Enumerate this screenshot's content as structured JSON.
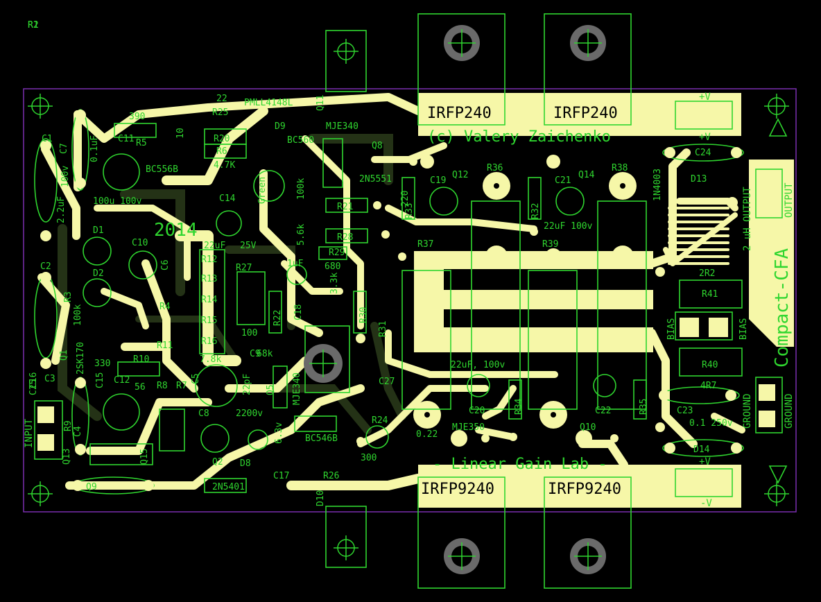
{
  "board": {
    "year": "2014",
    "copyright": "(c) Valery Zaichenko",
    "brand": "- Linear Gain Lab -",
    "title": "Compact-CFA"
  },
  "transistors": {
    "top_left": "IRFP240",
    "top_right": "IRFP240",
    "bottom_left": "IRFP9240",
    "bottom_right": "IRFP9240"
  },
  "connectors": {
    "input": "INPUT",
    "output": "OUTPUT",
    "output_inductor": "2 uH OUTPUT",
    "ground": "GROUND",
    "bias": "BIAS",
    "vplus": "+V",
    "vminus": "-V"
  },
  "labels": [
    {
      "t": "390"
    },
    {
      "t": "R5"
    },
    {
      "t": "C11"
    },
    {
      "t": "0.1uF"
    },
    {
      "t": "C1"
    },
    {
      "t": "C7"
    },
    {
      "t": "100v"
    },
    {
      "t": "2.2uF"
    },
    {
      "t": "BC556B"
    },
    {
      "t": "100u 100v"
    },
    {
      "t": "22"
    },
    {
      "t": "R25"
    },
    {
      "t": "PMLL4148L"
    },
    {
      "t": "D9"
    },
    {
      "t": "R20"
    },
    {
      "t": "R6"
    },
    {
      "t": "4.7K"
    },
    {
      "t": "10"
    },
    {
      "t": "BC560"
    },
    {
      "t": "MJE340"
    },
    {
      "t": "Q11"
    },
    {
      "t": "Q8"
    },
    {
      "t": "2N5551"
    },
    {
      "t": "R21"
    },
    {
      "t": "R28"
    },
    {
      "t": "R29"
    },
    {
      "t": "680"
    },
    {
      "t": "Green"
    },
    {
      "t": "C14"
    },
    {
      "t": "25V"
    },
    {
      "t": "22uF"
    },
    {
      "t": "100k"
    },
    {
      "t": "5.6k"
    },
    {
      "t": "1uF"
    },
    {
      "t": "C19"
    },
    {
      "t": "Q12"
    },
    {
      "t": "R36"
    },
    {
      "t": "R33"
    },
    {
      "t": "220"
    },
    {
      "t": "C21"
    },
    {
      "t": "Q14"
    },
    {
      "t": "R38"
    },
    {
      "t": "R32"
    },
    {
      "t": "22uF 100v"
    },
    {
      "t": "R37"
    },
    {
      "t": "R39"
    },
    {
      "t": "1N4003"
    },
    {
      "t": "C24"
    },
    {
      "t": "D13"
    },
    {
      "t": "2R2"
    },
    {
      "t": "R41"
    },
    {
      "t": "C2"
    },
    {
      "t": "R3"
    },
    {
      "t": "D1"
    },
    {
      "t": "D2"
    },
    {
      "t": "C10"
    },
    {
      "t": "C6"
    },
    {
      "t": "R12"
    },
    {
      "t": "R13"
    },
    {
      "t": "R14"
    },
    {
      "t": "R15"
    },
    {
      "t": "R16"
    },
    {
      "t": "R27"
    },
    {
      "t": "R22"
    },
    {
      "t": "C18"
    },
    {
      "t": "R30"
    },
    {
      "t": "3.3k"
    },
    {
      "t": "R31"
    },
    {
      "t": "100"
    },
    {
      "t": "R4"
    },
    {
      "t": "R11"
    },
    {
      "t": "R10"
    },
    {
      "t": "C12"
    },
    {
      "t": "56"
    },
    {
      "t": "R8"
    },
    {
      "t": "R7"
    },
    {
      "t": "C5"
    },
    {
      "t": "7.8k"
    },
    {
      "t": "C9"
    },
    {
      "t": "68k"
    },
    {
      "t": "22pF"
    },
    {
      "t": "Q5"
    },
    {
      "t": "MJE340"
    },
    {
      "t": "C27"
    },
    {
      "t": "0.22"
    },
    {
      "t": "22uF, 100v"
    },
    {
      "t": "C20"
    },
    {
      "t": "R34"
    },
    {
      "t": "C22"
    },
    {
      "t": "R35"
    },
    {
      "t": "R40"
    },
    {
      "t": "4R7"
    },
    {
      "t": "C23"
    },
    {
      "t": "0.1 250v"
    },
    {
      "t": "D14"
    },
    {
      "t": "C25"
    },
    {
      "t": "R9"
    },
    {
      "t": "C3"
    },
    {
      "t": "100k"
    },
    {
      "t": "2SK170"
    },
    {
      "t": "330"
    },
    {
      "t": "Q1"
    },
    {
      "t": "C4"
    },
    {
      "t": "C8"
    },
    {
      "t": "2200v"
    },
    {
      "t": "6.3v"
    },
    {
      "t": "Q2"
    },
    {
      "t": "D8"
    },
    {
      "t": "BC546B"
    },
    {
      "t": "R24"
    },
    {
      "t": "300"
    },
    {
      "t": "Q9"
    },
    {
      "t": "2N5401"
    },
    {
      "t": "C17"
    },
    {
      "t": "R26"
    },
    {
      "t": "D10"
    },
    {
      "t": "MJE350"
    },
    {
      "t": "Q10"
    },
    {
      "t": "Q13"
    },
    {
      "t": "Q15"
    },
    {
      "t": "C16"
    },
    {
      "t": "C15"
    },
    {
      "t": "R1"
    },
    {
      "t": "R2"
    }
  ],
  "colors": {
    "background": "#000000",
    "copper": "#f6f7a8",
    "silkscreen": "#2fd62f",
    "outline": "#7a2fb0",
    "inner_trace": "#243216"
  }
}
